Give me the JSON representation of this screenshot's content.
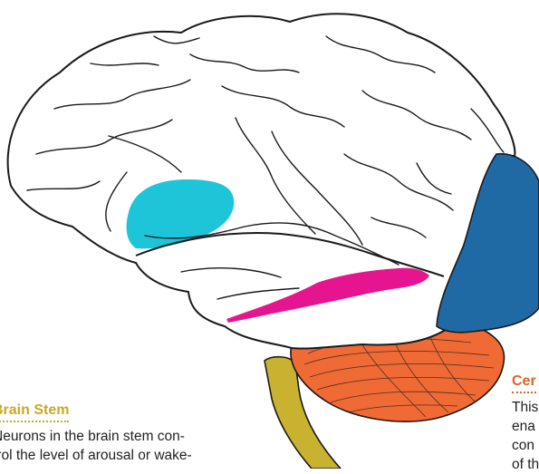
{
  "colors": {
    "brain_fill": "#ffffff",
    "brain_outline": "#1a1a1a",
    "brain_stem": "#c8b230",
    "cerebellum": "#f06a35",
    "occipital": "#1f6aa5",
    "broca_area": "#1ec5d8",
    "temporal_strip": "#e6158f",
    "brainstem_title": "#c9a927",
    "cerebellum_title": "#e0622a"
  },
  "labels": {
    "brain_stem": {
      "title": "Brain Stem",
      "text_lines": [
        "Neurons in the brain stem con-",
        "trol the level of arousal or wake-"
      ]
    },
    "cerebellum": {
      "title": "Cer",
      "text_lines": [
        "This",
        "ena",
        "con",
        "of th"
      ]
    }
  }
}
